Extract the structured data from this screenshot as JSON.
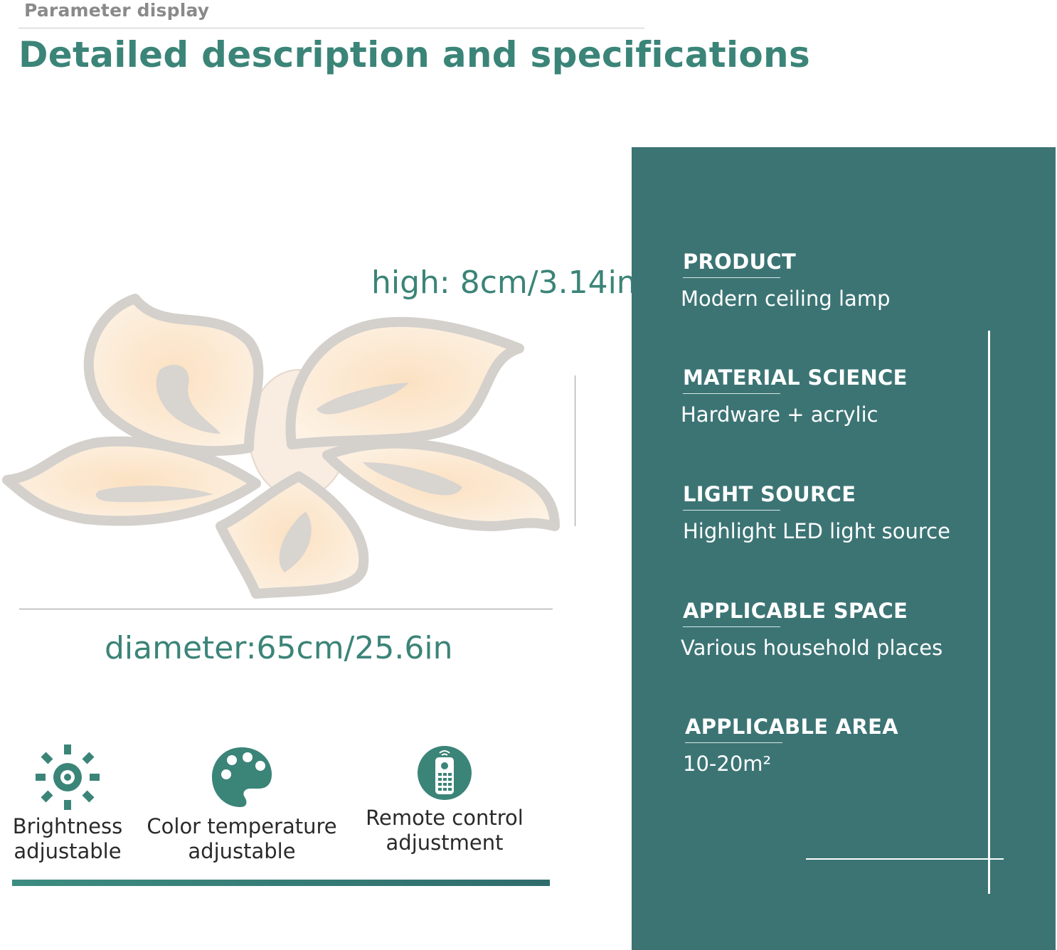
{
  "header": {
    "section_label": "Parameter display",
    "title": "Detailed description and specifications"
  },
  "dimensions": {
    "high": "high: 8cm/3.14in",
    "diameter": "diameter:65cm/25.6in"
  },
  "specs": [
    {
      "heading": "PRODUCT",
      "value": "Modern ceiling lamp"
    },
    {
      "heading": "MATERIAL SCIENCE",
      "value": "Hardware + acrylic"
    },
    {
      "heading": "LIGHT SOURCE",
      "value": "Highlight LED light source"
    },
    {
      "heading": "APPLICABLE SPACE",
      "value": "Various household places"
    },
    {
      "heading": "APPLICABLE AREA",
      "value": "10-20m²"
    }
  ],
  "features": [
    {
      "icon": "brightness-icon",
      "line1": "Brightness",
      "line2": "adjustable"
    },
    {
      "icon": "palette-icon",
      "line1": "Color temperature",
      "line2": "adjustable"
    },
    {
      "icon": "remote-control-icon",
      "line1": "Remote control",
      "line2": "adjustment"
    }
  ],
  "colors": {
    "accent": "#3b8478",
    "panel": "#3c7474",
    "label_gray": "#8a8a8a"
  }
}
